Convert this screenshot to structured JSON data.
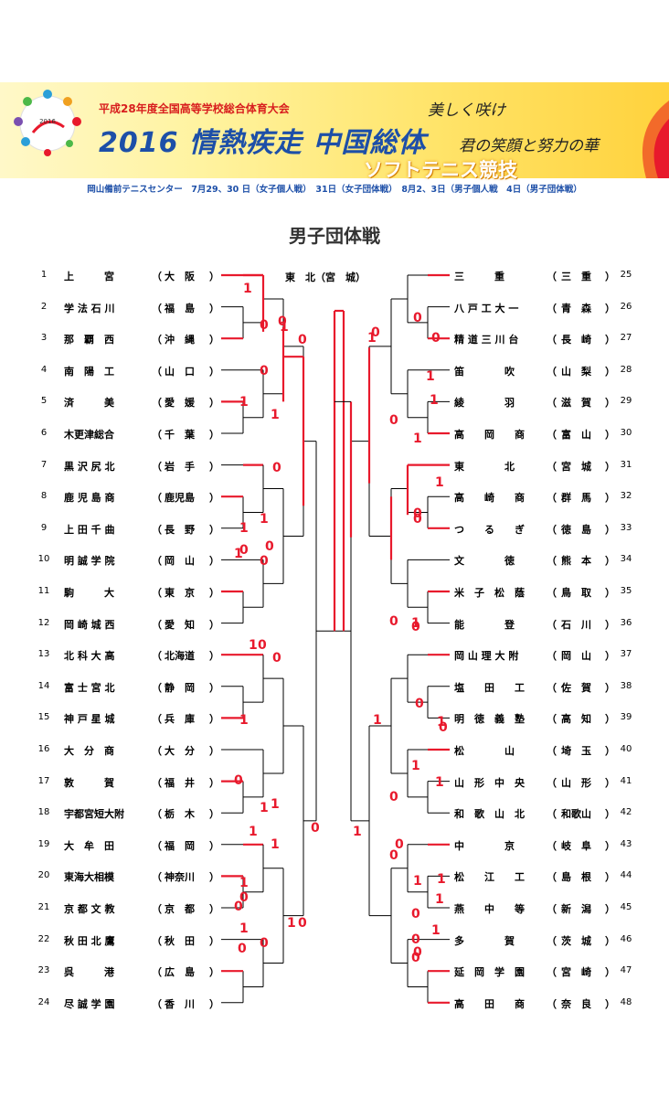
{
  "header": {
    "sub_title": "平成28年度全国高等学校総合体育大会",
    "main_title": "2016 情熱疾走 中国総体",
    "sport": "ソフトテニス競技",
    "slogan_line1": "美しく咲け",
    "slogan_line2": "君の笑顔と努力の華",
    "logo_year": "2016",
    "info": "岡山備前テニスセンター　7月29、30 日（女子個人戦）　31日（女子団体戦）　8月2、3日（男子個人戦　4日（男子団体戦）"
  },
  "page_title": "男子団体戦",
  "champion": "東　北（宮　城）",
  "colors": {
    "win": "#e8192c",
    "line": "#000000",
    "title_blue": "#1d4fa8",
    "title_red": "#d81e1e"
  },
  "left_teams": [
    {
      "num": "1",
      "name": "上　　　宮",
      "pref": "大　阪"
    },
    {
      "num": "2",
      "name": "学 法 石 川",
      "pref": "福　島"
    },
    {
      "num": "3",
      "name": "那　覇　西",
      "pref": "沖　縄"
    },
    {
      "num": "4",
      "name": "南　陽　工",
      "pref": "山　口"
    },
    {
      "num": "5",
      "name": "済　　　美",
      "pref": "愛　媛"
    },
    {
      "num": "6",
      "name": "木更津総合",
      "pref": "千　葉"
    },
    {
      "num": "7",
      "name": "黒 沢 尻 北",
      "pref": "岩　手"
    },
    {
      "num": "8",
      "name": "鹿 児 島 商",
      "pref": "鹿児島"
    },
    {
      "num": "9",
      "name": "上 田 千 曲",
      "pref": "長　野"
    },
    {
      "num": "10",
      "name": "明 誠 学 院",
      "pref": "岡　山"
    },
    {
      "num": "11",
      "name": "駒　　　大",
      "pref": "東　京"
    },
    {
      "num": "12",
      "name": "岡 崎 城 西",
      "pref": "愛　知"
    },
    {
      "num": "13",
      "name": "北 科 大 高",
      "pref": "北海道"
    },
    {
      "num": "14",
      "name": "富 士 宮 北",
      "pref": "静　岡"
    },
    {
      "num": "15",
      "name": "神 戸 星 城",
      "pref": "兵　庫"
    },
    {
      "num": "16",
      "name": "大　分　商",
      "pref": "大　分"
    },
    {
      "num": "17",
      "name": "敦　　　賀",
      "pref": "福　井"
    },
    {
      "num": "18",
      "name": "宇都宮短大附",
      "pref": "栃　木"
    },
    {
      "num": "19",
      "name": "大　牟　田",
      "pref": "福　岡"
    },
    {
      "num": "20",
      "name": "東海大相模",
      "pref": "神奈川"
    },
    {
      "num": "21",
      "name": "京 都 文 教",
      "pref": "京　都"
    },
    {
      "num": "22",
      "name": "秋 田 北 鷹",
      "pref": "秋　田"
    },
    {
      "num": "23",
      "name": "呉　　　港",
      "pref": "広　島"
    },
    {
      "num": "24",
      "name": "尽 誠 学 園",
      "pref": "香　川"
    }
  ],
  "right_teams": [
    {
      "num": "25",
      "name": "三　　　重",
      "pref": "三　重"
    },
    {
      "num": "26",
      "name": "八 戸 工 大 一",
      "pref": "青　森"
    },
    {
      "num": "27",
      "name": "精 道 三 川 台",
      "pref": "長　崎"
    },
    {
      "num": "28",
      "name": "笛　　　　吹",
      "pref": "山　梨"
    },
    {
      "num": "29",
      "name": "綾　　　　羽",
      "pref": "滋　賀"
    },
    {
      "num": "30",
      "name": "高　　岡　　商",
      "pref": "富　山"
    },
    {
      "num": "31",
      "name": "東　　　　北",
      "pref": "宮　城"
    },
    {
      "num": "32",
      "name": "高　　崎　　商",
      "pref": "群　馬"
    },
    {
      "num": "33",
      "name": "つ　　る　　ぎ",
      "pref": "徳　島"
    },
    {
      "num": "34",
      "name": "文　　　　徳",
      "pref": "熊　本"
    },
    {
      "num": "35",
      "name": "米　子　松　蔭",
      "pref": "鳥　取"
    },
    {
      "num": "36",
      "name": "能　　　　登",
      "pref": "石　川"
    },
    {
      "num": "37",
      "name": "岡 山 理 大 附",
      "pref": "岡　山"
    },
    {
      "num": "38",
      "name": "塩　　田　　工",
      "pref": "佐　賀"
    },
    {
      "num": "39",
      "name": "明　徳　義　塾",
      "pref": "高　知"
    },
    {
      "num": "40",
      "name": "松　　　　山",
      "pref": "埼　玉"
    },
    {
      "num": "41",
      "name": "山　形　中　央",
      "pref": "山　形"
    },
    {
      "num": "42",
      "name": "和　歌　山　北",
      "pref": "和歌山"
    },
    {
      "num": "43",
      "name": "中　　　　京",
      "pref": "岐　阜"
    },
    {
      "num": "44",
      "name": "松　　江　　工",
      "pref": "島　根"
    },
    {
      "num": "45",
      "name": "燕　　中　　等",
      "pref": "新　潟"
    },
    {
      "num": "46",
      "name": "多　　　　賀",
      "pref": "茨　城"
    },
    {
      "num": "47",
      "name": "延　岡　学　園",
      "pref": "宮　崎"
    },
    {
      "num": "48",
      "name": "高　　田　　商",
      "pref": "奈　良"
    }
  ],
  "scores": [
    "1",
    "0",
    "0",
    "1",
    "0",
    "1",
    "0",
    "1",
    "1",
    "0",
    "0",
    "1",
    "0",
    "0",
    "1",
    "0",
    "1",
    "0",
    "1",
    "1",
    "1",
    "0",
    "0",
    "1",
    "0",
    "1",
    "0",
    "0",
    "1",
    "1",
    "0",
    "1",
    "1",
    "0",
    "0",
    "1",
    "0",
    "1",
    "1",
    "1",
    "1",
    "0",
    "0",
    "1",
    "1",
    "0",
    "1",
    "0",
    "1",
    "0",
    "0",
    "1",
    "1",
    "1",
    "0",
    "0",
    "0",
    "0",
    "0",
    "0",
    "0",
    "1",
    "1",
    "0",
    "0"
  ]
}
